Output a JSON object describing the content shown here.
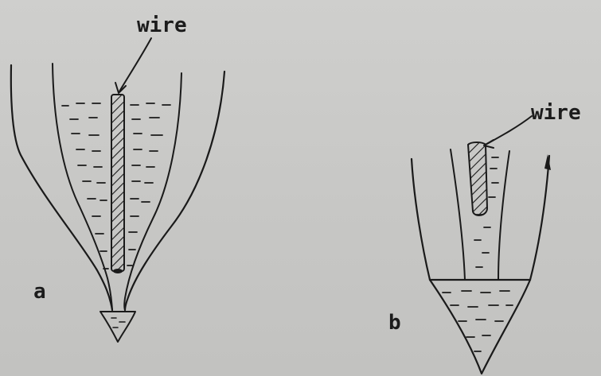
{
  "labels": {
    "wire_a": "wire",
    "wire_b": "wire",
    "panel_a": "a",
    "panel_b": "b"
  },
  "colors": {
    "paper": "#c9c9c7",
    "ink": "#1a1a1a"
  }
}
